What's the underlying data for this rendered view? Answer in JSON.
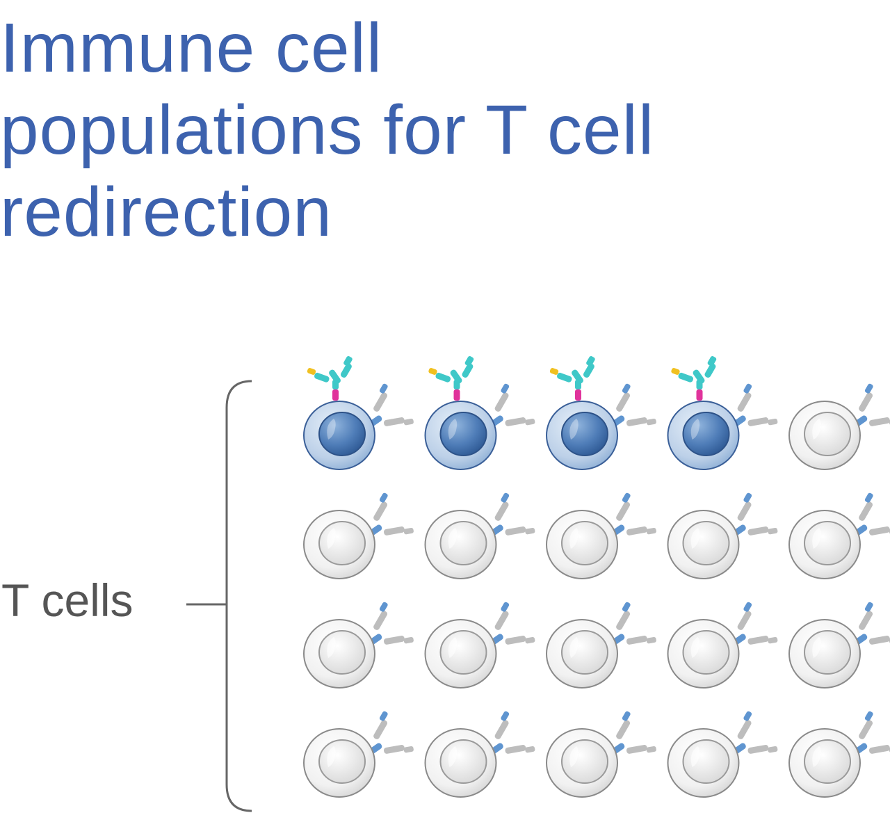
{
  "title": {
    "line1": "Immune cell",
    "line2": "populations for T cell",
    "line3": "redirection"
  },
  "group_label": "T cells",
  "grid": {
    "rows": 4,
    "cols": 5,
    "highlighted": [
      [
        0,
        0
      ],
      [
        0,
        1
      ],
      [
        0,
        2
      ],
      [
        0,
        3
      ]
    ]
  },
  "colors": {
    "title": "#3d62ae",
    "cell_blue_outer": "#b9cde6",
    "cell_blue_nucleus": "#4a78b4",
    "cell_white": "#f2f2f2",
    "receptor_blue": "#5f95d0",
    "receptor_grey": "#bdbdbd",
    "antibody_teal": "#3fc8c8",
    "antibody_yellow": "#f0c020",
    "antibody_magenta": "#e0339b",
    "bracket": "#666666"
  },
  "icons": {
    "cell": "t-cell-icon",
    "receptor": "receptor-icon",
    "antibody": "bispecific-antibody-icon"
  }
}
